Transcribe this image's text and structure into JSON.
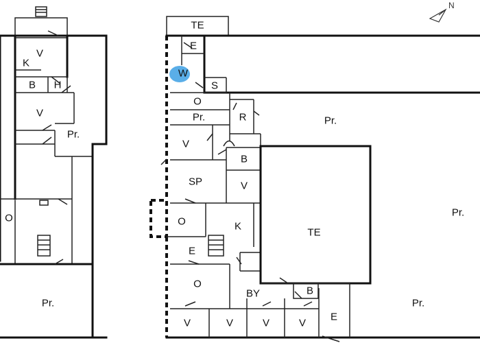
{
  "compass": {
    "label": "N",
    "icon": "north-arrow-icon"
  },
  "highlight_color": "#5aaee8",
  "wall_color": "#111111",
  "rooms_left": {
    "v1": "V",
    "k": "K",
    "b": "B",
    "h": "H",
    "v2": "V",
    "pr": "Pr.",
    "o": "O",
    "pr_bottom": "Pr."
  },
  "rooms_right": {
    "te_top": "TE",
    "e1": "E",
    "w": "W",
    "s": "S",
    "o1": "O",
    "pr1": "Pr.",
    "r": "R",
    "v1": "V",
    "b1": "B",
    "sp": "SP",
    "v2": "V",
    "o2": "O",
    "k": "K",
    "e2": "E",
    "te": "TE",
    "o3": "O",
    "by": "BY",
    "b2": "B",
    "v3": "V",
    "v4": "V",
    "v5": "V",
    "v6": "V",
    "e3": "E",
    "pr_top": "Pr.",
    "pr_right": "Pr.",
    "pr_bottom": "Pr."
  }
}
